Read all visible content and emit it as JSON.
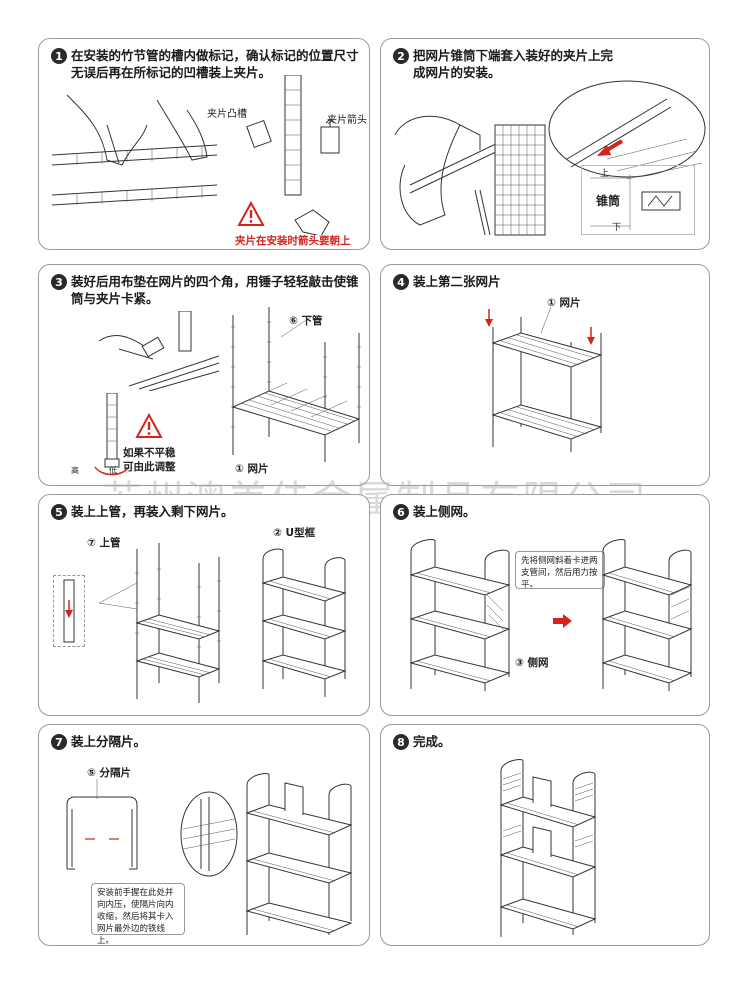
{
  "watermark": "苏州澳美佳金属制品有限公司",
  "steps": [
    {
      "num": "1",
      "text": "在安装的竹节管的槽内做标记，确认标记的位置尺寸无误后再在所标记的凹槽装上夹片。",
      "labels": {
        "clip_groove": "夹片凸槽",
        "clip_arrow": "夹片箭头",
        "warning": "夹片在安装时箭头要朝上"
      }
    },
    {
      "num": "2",
      "text": "把网片锥筒下端套入装好的夹片上完成网片的安装。",
      "labels": {
        "up": "上",
        "cone": "锥筒",
        "down": "下"
      }
    },
    {
      "num": "3",
      "text": "装好后用布垫在网片的四个角，用锤子轻轻敲击使锥筒与夹片卡紧。",
      "labels": {
        "lower_pipe": "⑥ 下管",
        "adjust_line1": "如果不平稳",
        "adjust_line2": "可由此调整",
        "high": "高",
        "low": "低",
        "mesh": "① 网片"
      }
    },
    {
      "num": "4",
      "text": "装上第二张网片",
      "labels": {
        "mesh": "① 网片"
      }
    },
    {
      "num": "5",
      "text": "装上上管，再装入剩下网片。",
      "labels": {
        "upper_pipe": "⑦ 上管",
        "u_frame": "② U型框"
      }
    },
    {
      "num": "6",
      "text": "装上侧网。",
      "labels": {
        "note": "先将侧网斜着卡进两支管间，然后用力按平。",
        "side_net": "③ 侧网"
      }
    },
    {
      "num": "7",
      "text": "装上分隔片。",
      "labels": {
        "divider": "⑤ 分隔片",
        "note": "安装前手握在此处并向内压，使隔片向内收缩，然后将其卡入网片最外边的铁线上。"
      }
    },
    {
      "num": "8",
      "text": "完成。",
      "labels": {}
    }
  ],
  "colors": {
    "accent": "#d4251c",
    "border": "#9a9a9a",
    "badge": "#2a2a2a"
  }
}
